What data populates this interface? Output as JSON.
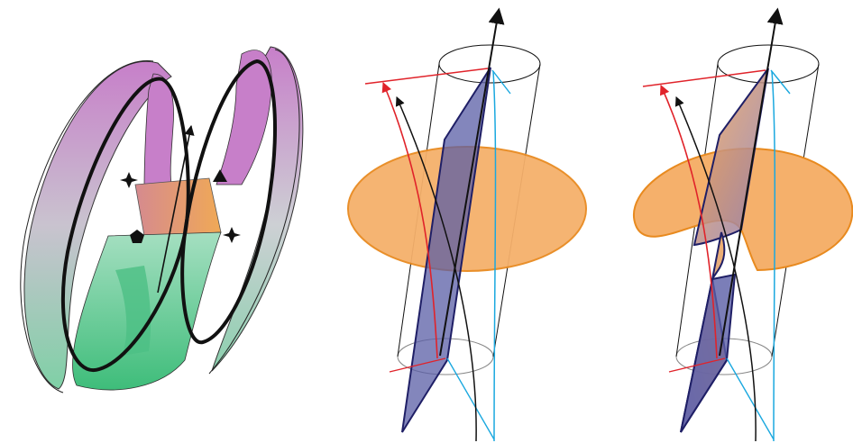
{
  "figure": {
    "panels": [
      {
        "id": "ring-surface",
        "kind": "twisted band with saddle"
      },
      {
        "id": "plane-crossing",
        "kind": "vertical plane through horizontal disc"
      },
      {
        "id": "plane-smoothed",
        "kind": "resolved crossing surface"
      }
    ],
    "markers": [
      "star-marker",
      "triangle-marker",
      "pentagon-marker",
      "star-marker"
    ],
    "colors": {
      "magenta": "#c77fc9",
      "green": "#5cc48c",
      "orange": "#f5a553",
      "navy": "#2a2a78",
      "blue_plane": "#6b70b3",
      "red": "#e0232a",
      "cyan": "#1aa8df",
      "black": "#111111"
    }
  }
}
